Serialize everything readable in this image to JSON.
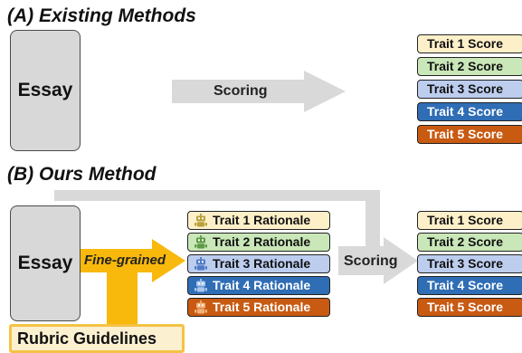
{
  "section_a": {
    "title": "(A) Existing Methods",
    "essay_label": "Essay",
    "arrow_label": "Scoring",
    "scores": [
      {
        "label": "Trait 1 Score",
        "fill": "#fdf0c9",
        "text_color": "#111111"
      },
      {
        "label": "Trait 2 Score",
        "fill": "#c9e7b8",
        "text_color": "#111111"
      },
      {
        "label": "Trait 3 Score",
        "fill": "#bccdee",
        "text_color": "#111111"
      },
      {
        "label": "Trait 4 Score",
        "fill": "#2f6db5",
        "text_color": "#ffffff"
      },
      {
        "label": "Trait 5 Score",
        "fill": "#c85a12",
        "text_color": "#ffffff"
      }
    ]
  },
  "section_b": {
    "title": "(B) Ours Method",
    "essay_label": "Essay",
    "fine_grained_label": "Fine-grained",
    "scoring_label": "Scoring",
    "rubric_label": "Rubric Guidelines",
    "rationales": [
      {
        "label": "Trait 1 Rationale",
        "fill": "#fdf0c9",
        "text_color": "#111111",
        "icon": "robot-icon",
        "icon_color": "#b8a13a"
      },
      {
        "label": "Trait 2 Rationale",
        "fill": "#c9e7b8",
        "text_color": "#111111",
        "icon": "robot-icon",
        "icon_color": "#5f9a46"
      },
      {
        "label": "Trait 3 Rationale",
        "fill": "#bccdee",
        "text_color": "#111111",
        "icon": "robot-icon",
        "icon_color": "#4f7cc4"
      },
      {
        "label": "Trait 4 Rationale",
        "fill": "#2f6db5",
        "text_color": "#ffffff",
        "icon": "robot-icon",
        "icon_color": "#a9c6ee"
      },
      {
        "label": "Trait 5 Rationale",
        "fill": "#c85a12",
        "text_color": "#ffffff",
        "icon": "robot-icon",
        "icon_color": "#f2b27a"
      }
    ],
    "scores": [
      {
        "label": "Trait 1 Score",
        "fill": "#fdf0c9",
        "text_color": "#111111"
      },
      {
        "label": "Trait 2 Score",
        "fill": "#c9e7b8",
        "text_color": "#111111"
      },
      {
        "label": "Trait 3 Score",
        "fill": "#bccdee",
        "text_color": "#111111"
      },
      {
        "label": "Trait 4 Score",
        "fill": "#2f6db5",
        "text_color": "#ffffff"
      },
      {
        "label": "Trait 5 Score",
        "fill": "#c85a12",
        "text_color": "#ffffff"
      }
    ]
  },
  "colors": {
    "arrow_gray": "#d9d9d9",
    "arrow_gold": "#f8b90c",
    "essay_fill": "#d8d8d8"
  }
}
